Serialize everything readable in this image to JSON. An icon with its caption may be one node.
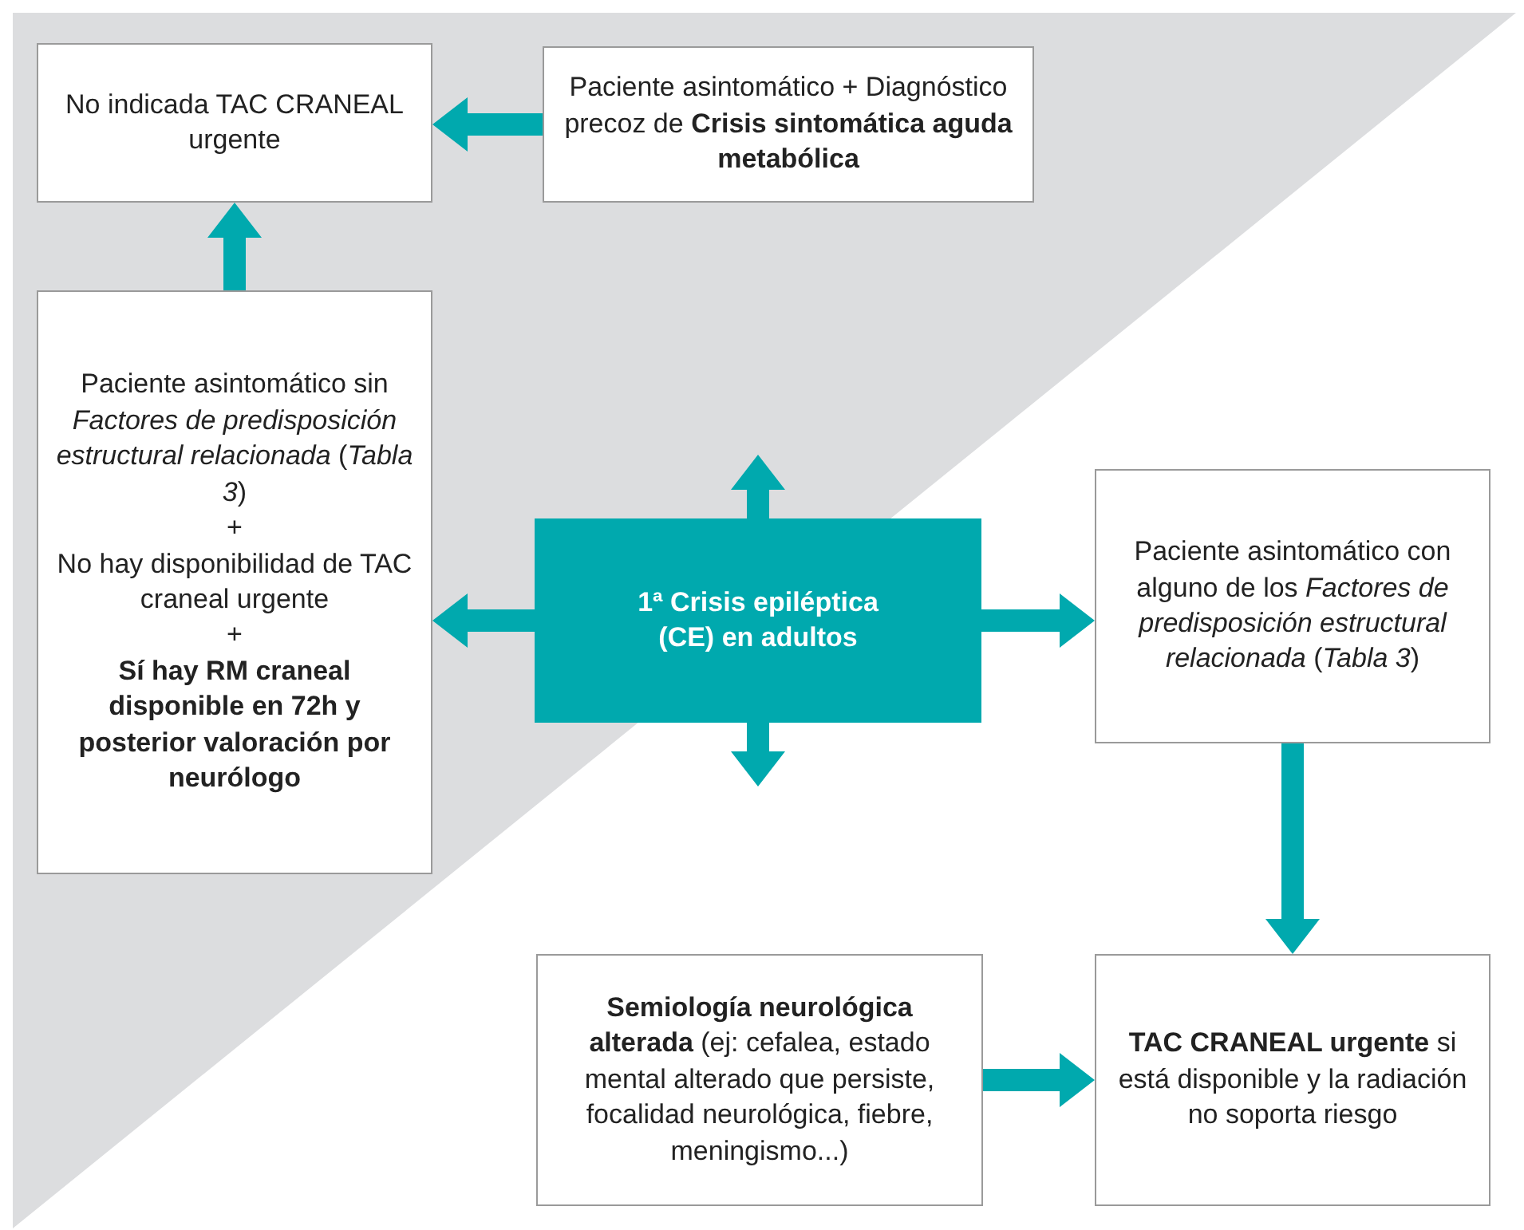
{
  "diagram": {
    "nodes": [
      {
        "text": [
          "No indicada TAC CRANEAL urgente"
        ]
      },
      {
        "text": [
          "Paciente asintomático + Diagnóstico precoz de **Crisis sintomática aguda metabólica**"
        ]
      },
      {
        "text": [
          "Paciente asintomático sin *Factores de predisposición estructural relacionada* (*Tabla 3*)",
          "+",
          "No hay disponibilidad de TAC craneal urgente",
          "+",
          "**Sí hay RM craneal disponible en 72h y posterior valoración por neurólogo**"
        ]
      },
      {
        "text": [
          "1ª Crisis epiléptica (CE) en adultos"
        ]
      },
      {
        "text": [
          "Paciente asintomático con alguno de los *Factores de predisposición estructural relacionada* (*Tabla 3*)"
        ]
      },
      {
        "text": [
          "**Semiología neurológica alterada** (ej: cefalea, estado mental alterado que persiste, focalidad neurológica, fiebre, meningismo...)"
        ]
      },
      {
        "text": [
          "**TAC CRANEAL urgente** si está disponible y la radiación no soporta riesgo"
        ]
      }
    ],
    "edges": [
      {
        "from": 1,
        "to": 0,
        "arrow": "to"
      },
      {
        "from": 2,
        "to": 0,
        "arrow": "to"
      },
      {
        "from": 3,
        "to": null,
        "arrow": "to"
      },
      {
        "from": 3,
        "to": 2,
        "arrow": "to"
      },
      {
        "from": 3,
        "to": 4,
        "arrow": "to"
      },
      {
        "from": 3,
        "to": null,
        "arrow": "to"
      },
      {
        "from": 4,
        "to": 6,
        "arrow": "to"
      },
      {
        "from": 5,
        "to": 6,
        "arrow": "to"
      }
    ]
  }
}
